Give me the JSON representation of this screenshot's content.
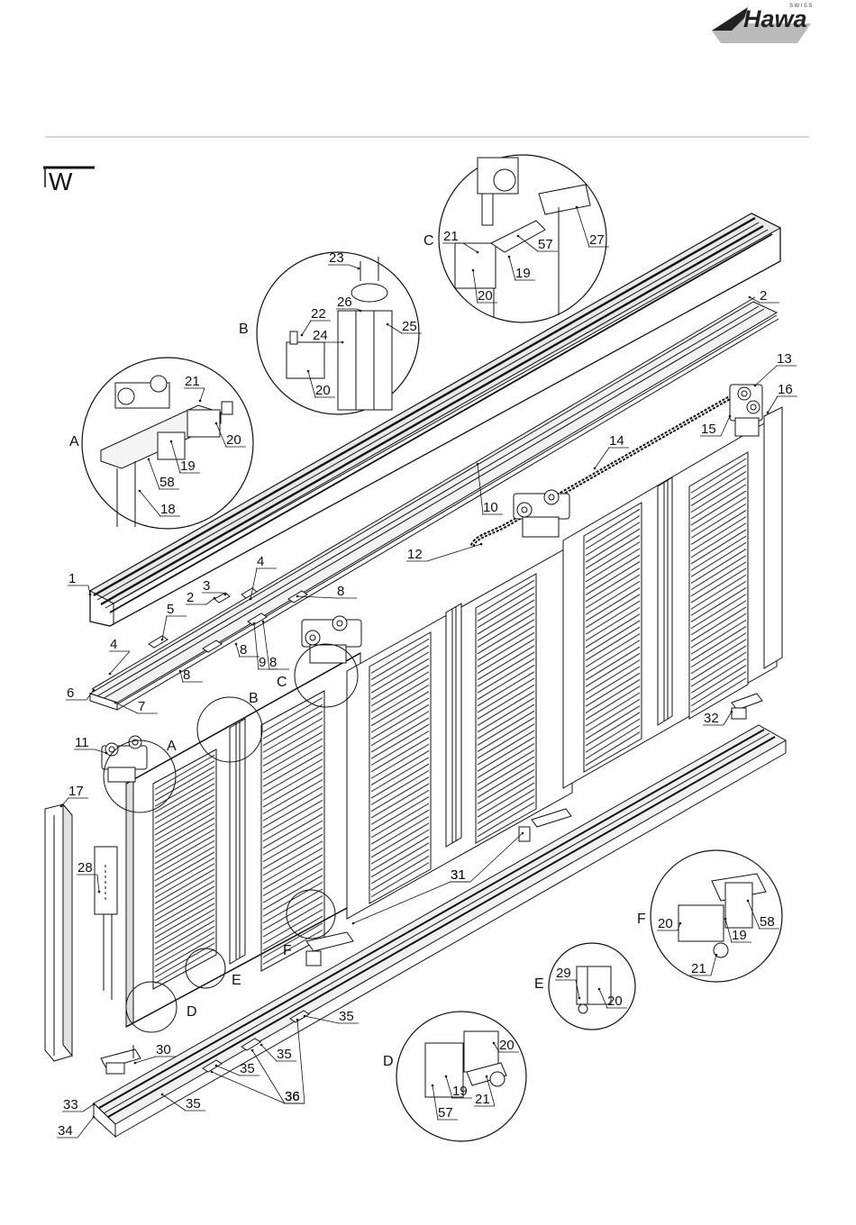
{
  "brand": {
    "name": "Hawa",
    "subtitle": "SWISS"
  },
  "symbol": "W",
  "part_labels": [
    "1",
    "2",
    "3",
    "4",
    "5",
    "6",
    "7",
    "8",
    "9",
    "10",
    "11",
    "12",
    "13",
    "14",
    "15",
    "16",
    "17",
    "18",
    "19",
    "20",
    "21",
    "22",
    "23",
    "24",
    "25",
    "26",
    "27",
    "28",
    "29",
    "30",
    "31",
    "32",
    "33",
    "34",
    "35",
    "36",
    "57",
    "58"
  ],
  "detail_letters": [
    "A",
    "B",
    "C",
    "D",
    "E",
    "F"
  ]
}
